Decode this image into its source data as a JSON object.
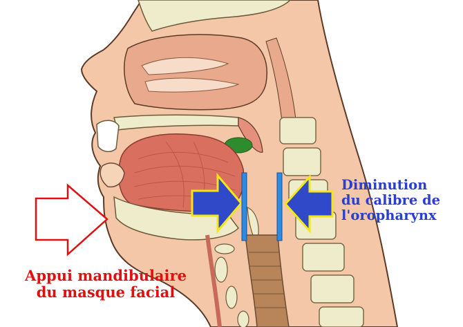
{
  "colors": {
    "skin": "#f4c7a8",
    "skin_outline": "#5a3a26",
    "bone": "#efeccb",
    "nasal_cavity": "#e9a98c",
    "tongue": "#d9705f",
    "tongue_lines": "#b8473a",
    "tonsil": "#2e8b2e",
    "airway": "#b8845a",
    "blue_arrow": "#2f49c9",
    "yellow_outline": "#f3e61a",
    "blue_bar": "#2d8be0",
    "outline_arrow": "#e01010",
    "label_blue": "#2a3fd0",
    "label_red": "#e01010"
  },
  "labels": {
    "oropharynx": {
      "lines": [
        "Diminution",
        "du calibre de",
        "l'oropharynx"
      ]
    },
    "mandibular": {
      "lines": [
        "Appui mandibulaire",
        "du masque facial"
      ]
    }
  }
}
